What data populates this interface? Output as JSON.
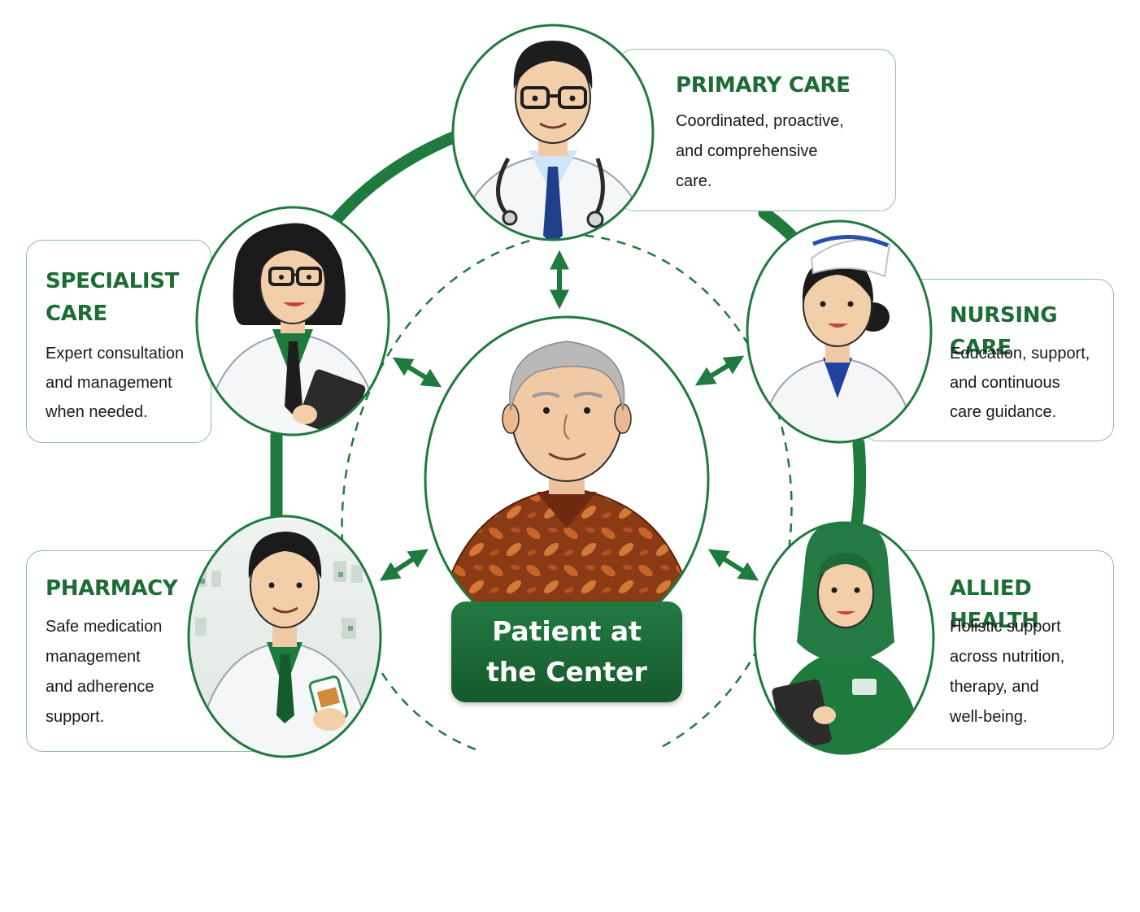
{
  "center": {
    "label": "Patient at\nthe Center"
  },
  "nodes": [
    {
      "id": "primary",
      "title": "PRIMARY CARE",
      "description": "Coordinated, proactive,\nand comprehensive\ncare."
    },
    {
      "id": "specialist",
      "title": "SPECIALIST\nCARE",
      "description": "Expert consultation\nand management\nwhen needed."
    },
    {
      "id": "nursing",
      "title": "NURSING CARE",
      "description": "Education, support,\nand continuous\ncare guidance."
    },
    {
      "id": "pharmacy",
      "title": "PHARMACY",
      "description": "Safe medication\nmanagement\nand adherence\nsupport."
    },
    {
      "id": "allied",
      "title": "ALLIED HEALTH",
      "description": "Holistic support\nacross nutrition,\ntherapy, and\nwell-being."
    }
  ],
  "colors": {
    "accent": "#1d6b35",
    "ring": "#1f7a3e",
    "card_border": "#8fbf9f",
    "text": "#1a1a1a"
  },
  "icons": [
    "doctor-portrait-icon",
    "specialist-portrait-icon",
    "nurse-portrait-icon",
    "pharmacist-portrait-icon",
    "allied-health-portrait-icon",
    "patient-portrait-icon"
  ]
}
